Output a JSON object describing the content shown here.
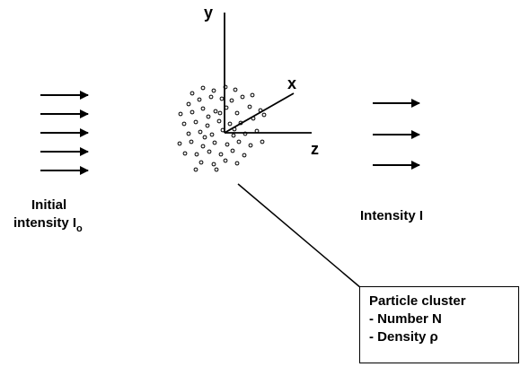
{
  "axes": {
    "y_label": "y",
    "x_label": "x",
    "z_label": "z"
  },
  "incident_beam": {
    "line1": "Initial",
    "line2_text": "intensity I",
    "line2_subscript": "o"
  },
  "transmitted_beam": {
    "label": "Intensity I"
  },
  "callout": {
    "title": "Particle cluster",
    "item1": "- Number N",
    "item2": "- Density ρ"
  },
  "colors": {
    "ink": "#000000",
    "background": "#ffffff"
  }
}
